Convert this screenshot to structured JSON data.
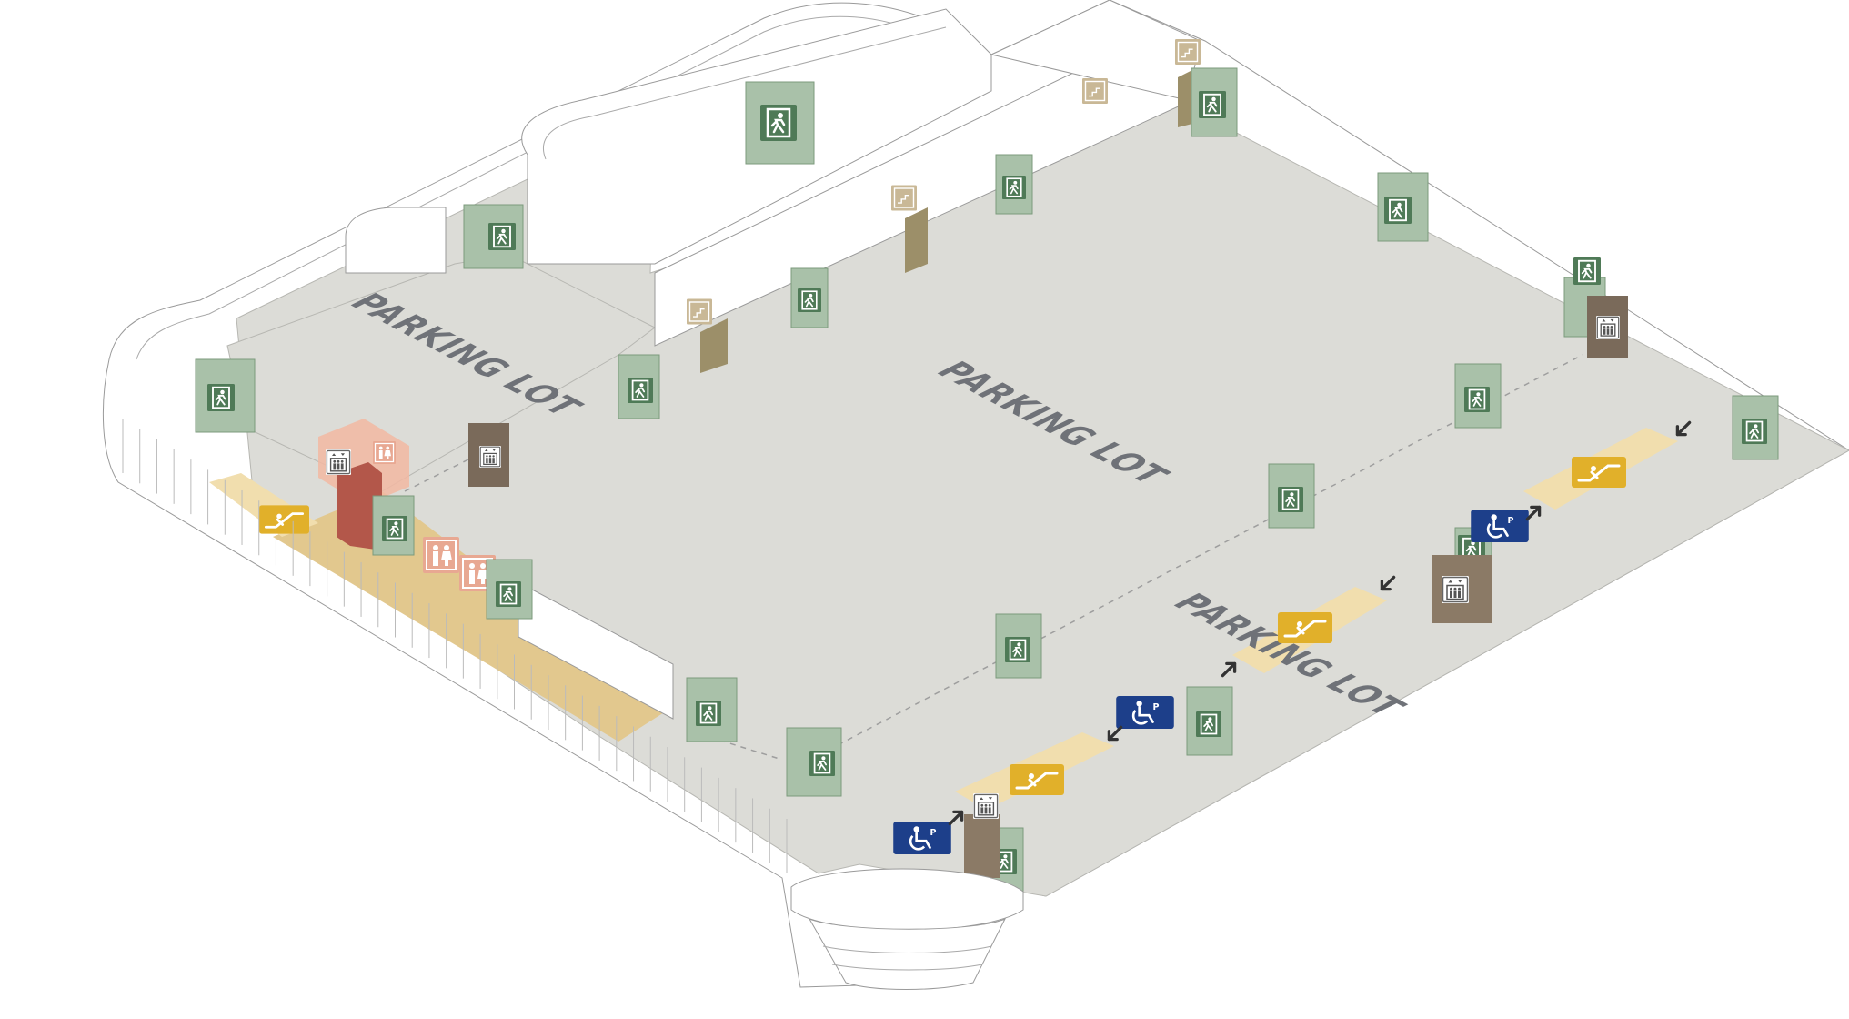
{
  "lot_labels": [
    {
      "id": "left",
      "text": "PARKING LOT"
    },
    {
      "id": "center",
      "text": "PARKING LOT"
    },
    {
      "id": "right",
      "text": "PARKING LOT"
    }
  ],
  "colors": {
    "floor": "#dcdcd7",
    "exit_sign": "#4f7a57",
    "exit_box": "#a9c1a9",
    "elevator": "#7a6a5a",
    "escalator_zone": "#f1deae",
    "escalator_sign": "#e1b02a",
    "accessible_sign": "#1d3f8a",
    "restroom": "#d98a74",
    "walkway": "#e2c88e",
    "stair_sign": "#a89879"
  },
  "icons": {
    "exit": "emergency-exit-icon",
    "elevator": "elevator-icon",
    "escalator": "escalator-icon",
    "accessible": "accessible-parking-icon",
    "restroom": "restroom-icon",
    "arrow": "direction-arrow-icon"
  }
}
